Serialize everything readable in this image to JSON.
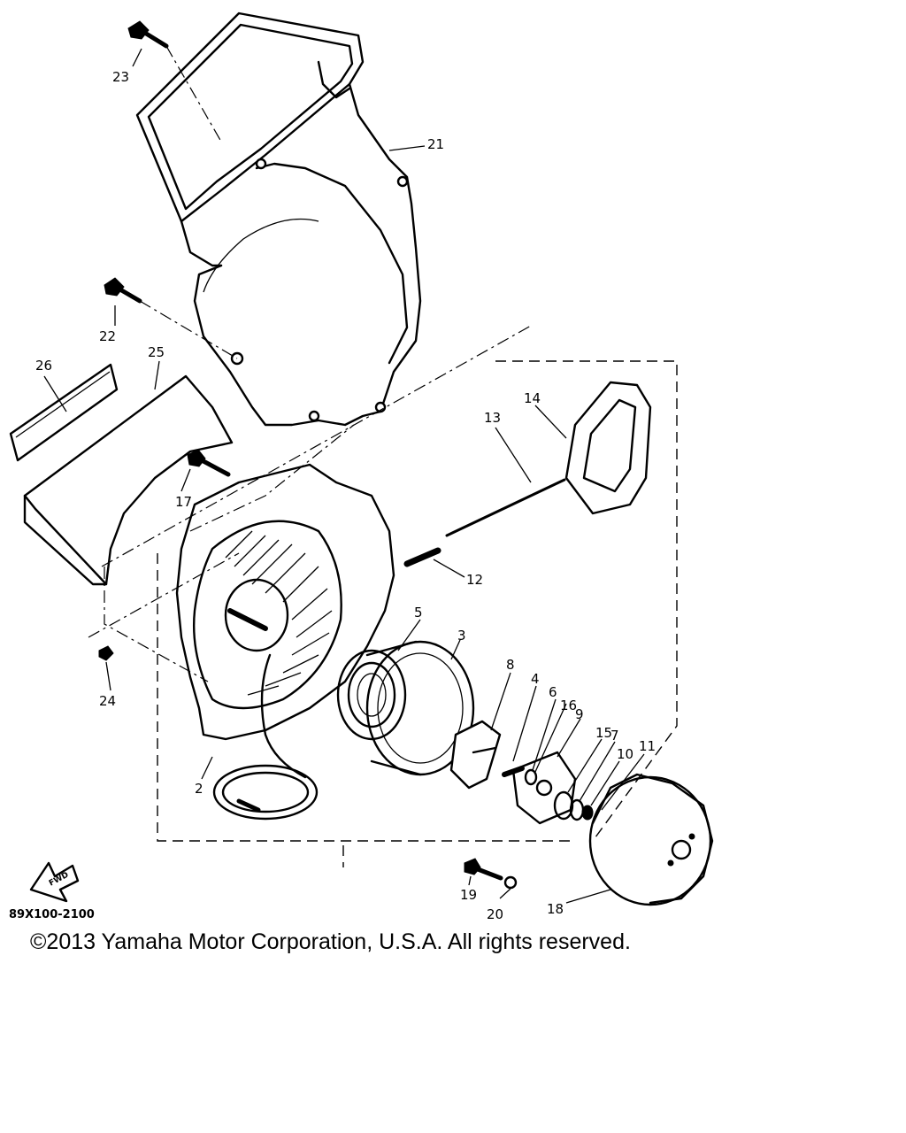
{
  "diagram": {
    "part_numbers": {
      "p2": "2",
      "p3": "3",
      "p4": "4",
      "p5": "5",
      "p6": "6",
      "p7": "7",
      "p8": "8",
      "p9": "9",
      "p10": "10",
      "p11": "11",
      "p12": "12",
      "p13": "13",
      "p14": "14",
      "p15": "15",
      "p16": "16",
      "p17": "17",
      "p18": "18",
      "p19": "19",
      "p20": "20",
      "p21": "21",
      "p22": "22",
      "p23": "23",
      "p24": "24",
      "p25": "25",
      "p26": "26"
    },
    "ref_code": "89X100-2100",
    "fwd_label": "FWD",
    "icons": [
      "fwd-arrow-icon"
    ]
  },
  "footer": {
    "copyright": "©2013 Yamaha Motor Corporation, U.S.A. All rights reserved."
  }
}
